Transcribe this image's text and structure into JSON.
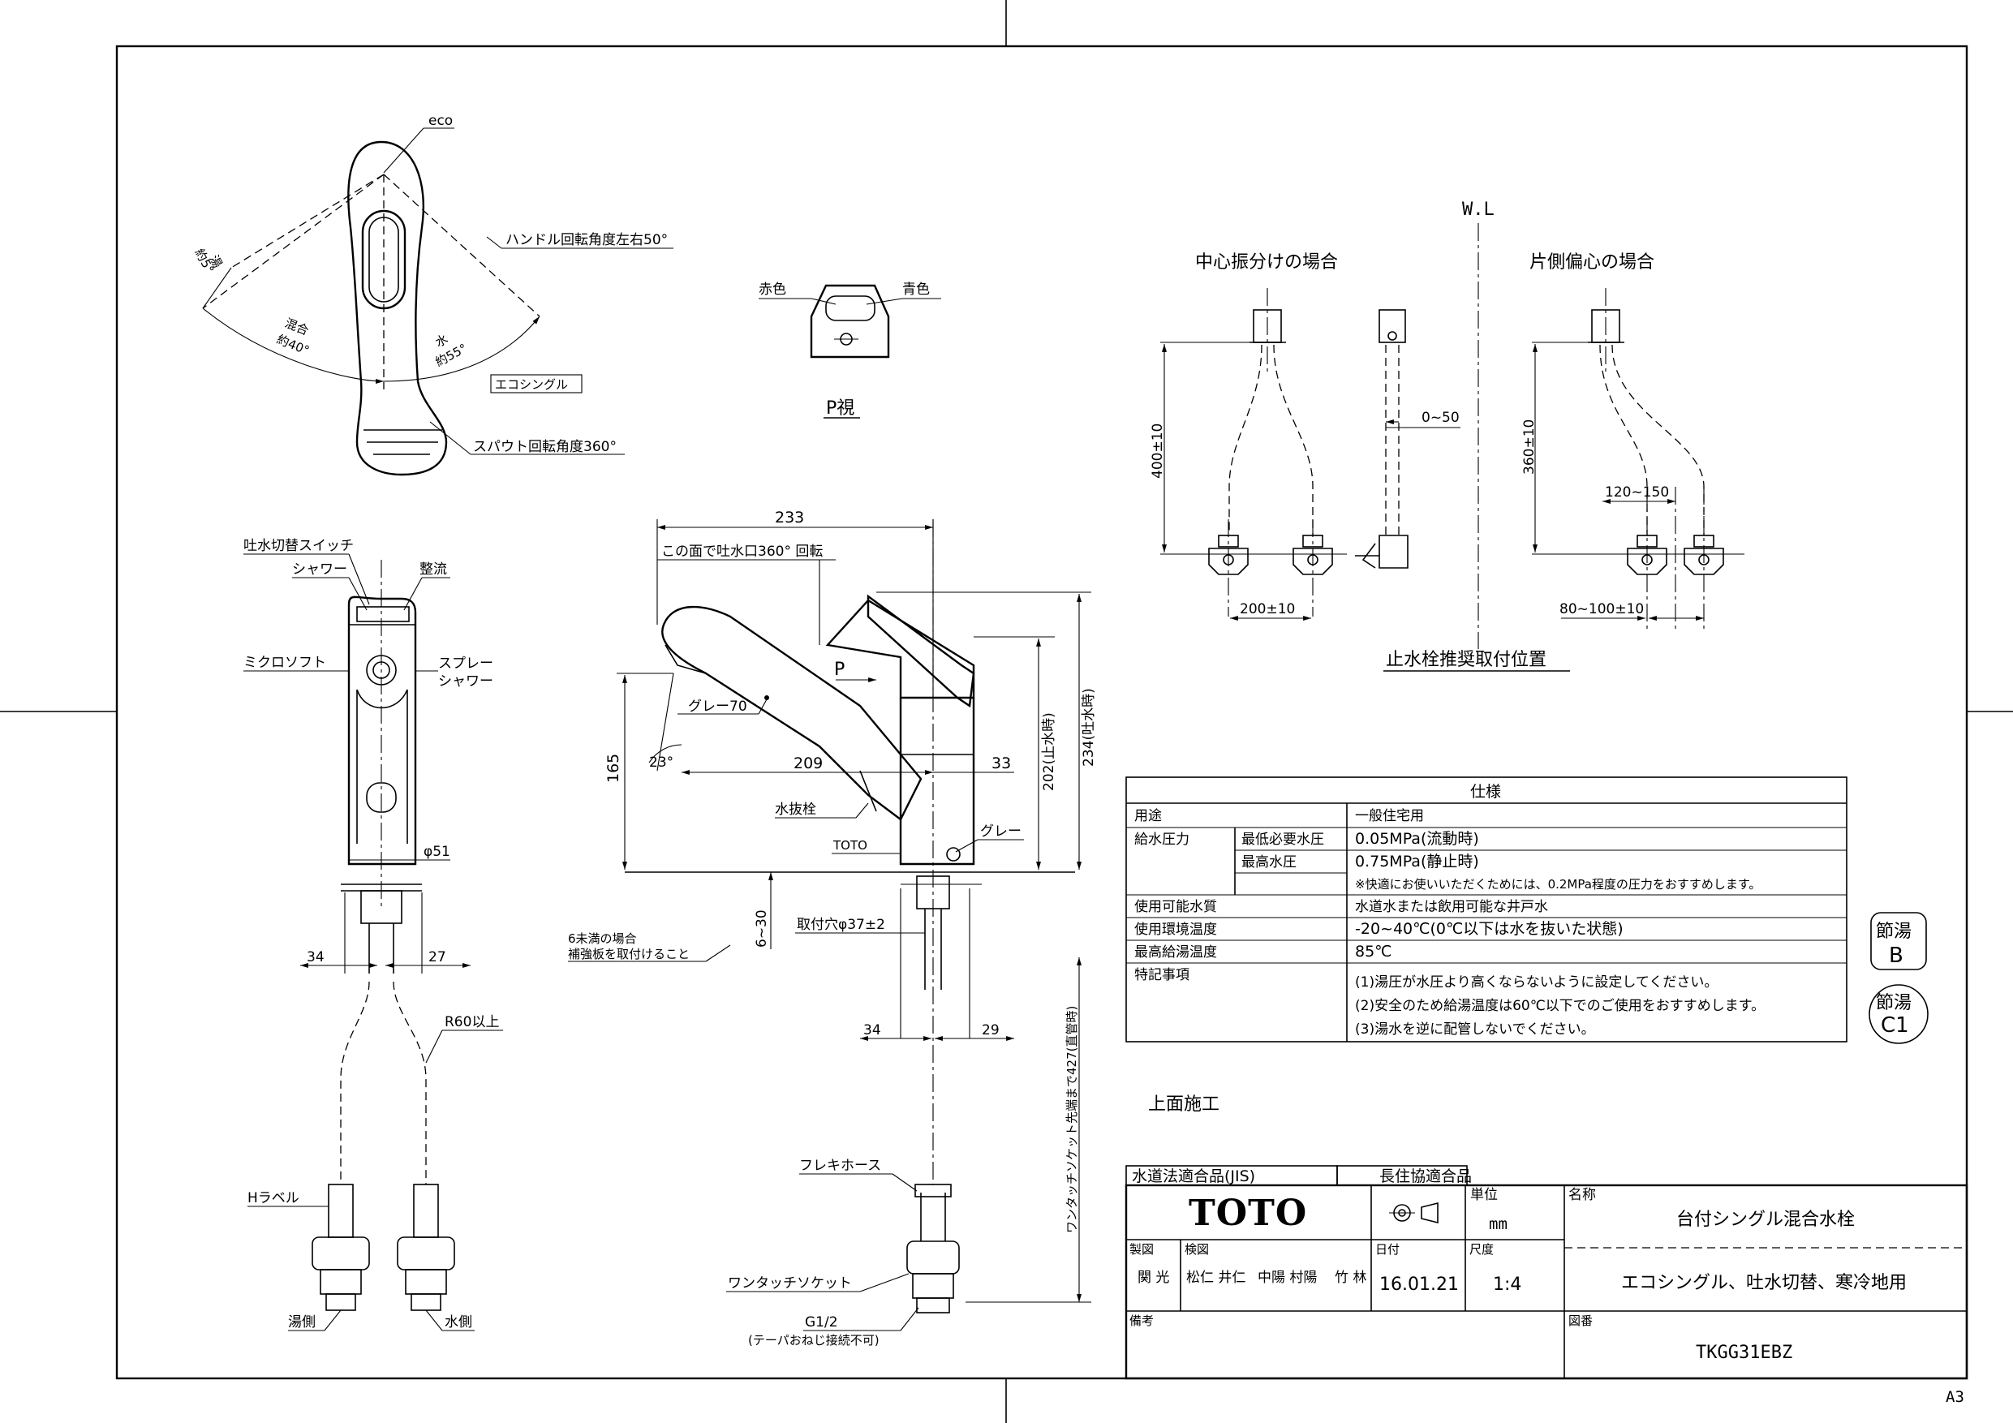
{
  "top_view": {
    "eco": "eco",
    "hot_angle_label": "湯",
    "hot_angle_value": "約5°",
    "mix_label": "混合",
    "mix_value": "約40°",
    "cold_label": "水",
    "cold_value": "約55°",
    "handle_rotation": "ハンドル回転角度左右50°",
    "eco_single": "エコシングル",
    "spout_rotation": "スパウト回転角度360°"
  },
  "p_view": {
    "red": "赤色",
    "blue": "青色",
    "title": "P視"
  },
  "front_view": {
    "switch": "吐水切替スイッチ",
    "shower": "シャワー",
    "laminar": "整流",
    "micro_soft": "ミクロソフト",
    "spray_line1": "スプレー",
    "spray_line2": "シャワー",
    "diameter": "φ51",
    "dim_34": "34",
    "dim_27": "27",
    "r60": "R60以上",
    "h_label": "Hラベル",
    "hot_side": "湯側",
    "cold_side": "水側"
  },
  "side_view": {
    "dim_233": "233",
    "rotate_note": "この面で吐水口360° 回転",
    "grey70": "グレー70",
    "p_arrow": "P",
    "angle23": "23°",
    "dim_209": "209",
    "dim_33": "33",
    "dim_165": "165",
    "dim_202": "202(止水時)",
    "dim_234": "234(吐水時)",
    "drain_plug": "水抜栓",
    "toto_mark": "TOTO",
    "grey": "グレー",
    "reinforce_line1": "6未満の場合",
    "reinforce_line2": "補強板を取付けること",
    "dim_6_30": "6~30",
    "mount_hole": "取付穴φ37±2",
    "dim_34b": "34",
    "dim_29": "29",
    "hose_length": "ワンタッチソケット先端まで427(直管時)",
    "flexible_hose": "フレキホース",
    "one_touch": "ワンタッチソケット",
    "g12": "G1/2",
    "taper_note": "(テーパおねじ接続不可)"
  },
  "valve_position": {
    "wl": "W.L",
    "center_title": "中心振分けの場合",
    "offset_title": "片側偏心の場合",
    "dim_400": "400±10",
    "dim_0_50": "0~50",
    "dim_200": "200±10",
    "dim_360": "360±10",
    "dim_120_150": "120~150",
    "dim_80_100": "80~100±10",
    "caption": "止水栓推奨取付位置"
  },
  "spec": {
    "title": "仕様",
    "rows": [
      {
        "label": "用途",
        "sub": "",
        "value": "一般住宅用"
      },
      {
        "label": "給水圧力",
        "sub": "最低必要水圧",
        "value": "0.05MPa(流動時)"
      },
      {
        "label": "",
        "sub": "最高水圧",
        "value": "0.75MPa(静止時)"
      },
      {
        "label": "",
        "sub": "",
        "value": "※快適にお使いいただくためには、0.2MPa程度の圧力をおすすめします。"
      },
      {
        "label": "使用可能水質",
        "sub": "",
        "value": "水道水または飲用可能な井戸水"
      },
      {
        "label": "使用環境温度",
        "sub": "",
        "value": "-20~40℃(0℃以下は水を抜いた状態)"
      },
      {
        "label": "最高給湯温度",
        "sub": "",
        "value": "85℃"
      },
      {
        "label": "特記事項",
        "sub": "",
        "value": "(1)湯圧が水圧より高くならないように設定してください。"
      },
      {
        "label": "",
        "sub": "",
        "value": "(2)安全のため給湯温度は60℃以下でのご使用をおすすめします。"
      },
      {
        "label": "",
        "sub": "",
        "value": "(3)湯水を逆に配管しないでください。"
      }
    ]
  },
  "badges": {
    "b_top": "節湯",
    "b_bottom": "B",
    "c1_top": "節湯",
    "c1_bottom": "C1"
  },
  "install_note": "上面施工",
  "title_block": {
    "jis": "水道法適合品(JIS)",
    "choju": "長住協適合品",
    "logo": "TOTO",
    "unit_label": "単位",
    "unit_value": "mm",
    "name_label": "名称",
    "name_value": "台付シングル混合水栓",
    "sub_name": "エコシングル、吐水切替、寒冷地用",
    "drawn_label": "製図",
    "drawn_value": "関 光",
    "checked_label": "検図",
    "checked_value1": "松仁 井仁",
    "checked_value2": "中陽 村陽",
    "checked_value3": "竹 林",
    "date_label": "日付",
    "date_value": "16.01.21",
    "scale_label": "尺度",
    "scale_value": "1:4",
    "remarks_label": "備考",
    "drawing_no_label": "図番",
    "drawing_no": "TKGG31EBZ"
  },
  "paper_size": "A3"
}
